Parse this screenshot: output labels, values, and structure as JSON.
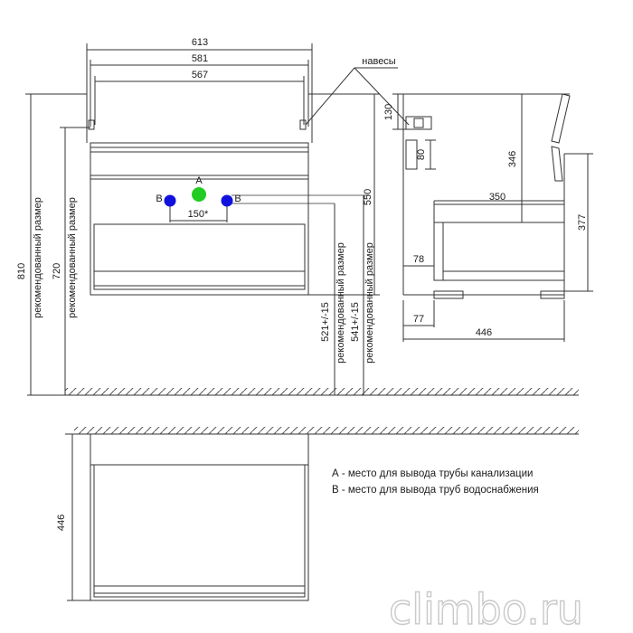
{
  "labels": {
    "hinges": "навесы",
    "point_a": "А",
    "point_b": "В",
    "recommended": "рекомендованный размер"
  },
  "dimensions": {
    "width_613": "613",
    "width_581": "581",
    "width_567": "567",
    "spacing_150": "150*",
    "height_810": "810",
    "height_720": "720",
    "height_550": "550",
    "height_521": "521+/-15",
    "height_541": "541+/-15",
    "side_130": "130",
    "side_80": "80",
    "side_346": "346",
    "side_350": "350",
    "side_377": "377",
    "side_78": "78",
    "side_77": "77",
    "side_446": "446",
    "plan_446": "446"
  },
  "legend": {
    "a": "А - место для вывода трубы канализации",
    "b": "В - место для вывода труб водоснабжения"
  },
  "watermark": "climbo.ru",
  "colors": {
    "line": "#333333",
    "pipe_a": "#22cc22",
    "pipe_b": "#1111dd"
  }
}
